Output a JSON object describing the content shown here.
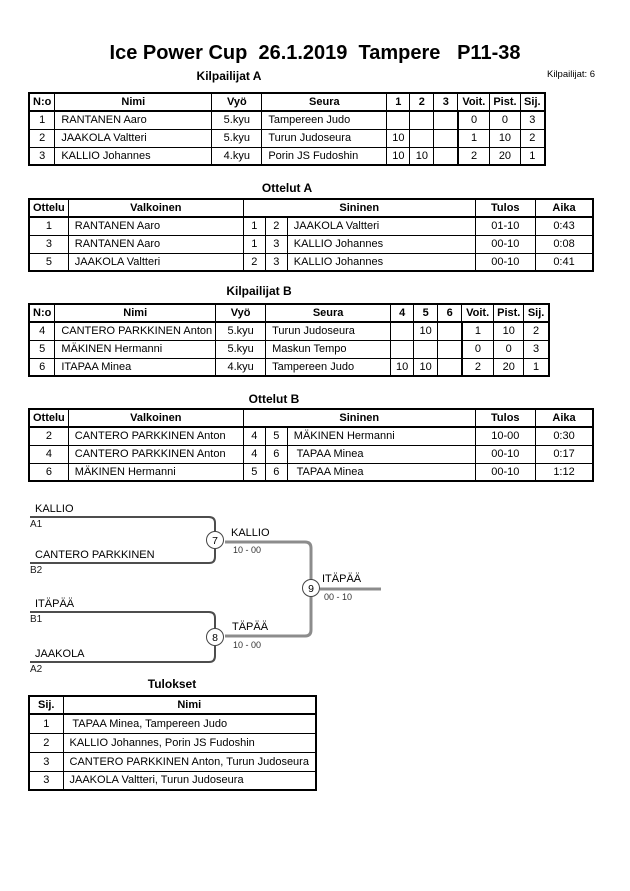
{
  "title": "Ice Power Cup  26.1.2019  Tampere   P11-38",
  "competitors_count_label": "Kilpailijat: 6",
  "sections": {
    "kilpailijat_a": {
      "heading": "Kilpailijat A",
      "columns": [
        "N:o",
        "Nimi",
        "Vyö",
        "Seura",
        "1",
        "2",
        "3",
        "Voit.",
        "Pist.",
        "Sij."
      ],
      "rows": [
        [
          "1",
          "RANTANEN Aaro",
          "5.kyu",
          "Tampereen Judo",
          "",
          "",
          "",
          "0",
          "0",
          "3"
        ],
        [
          "2",
          "JAAKOLA Valtteri",
          "5.kyu",
          "Turun Judoseura",
          "10",
          "",
          "",
          "1",
          "10",
          "2"
        ],
        [
          "3",
          "KALLIO Johannes",
          "4.kyu",
          "Porin JS Fudoshin",
          "10",
          "10",
          "",
          "2",
          "20",
          "1"
        ]
      ]
    },
    "ottelut_a": {
      "heading": "Ottelut A",
      "columns": [
        "Ottelu",
        "Valkoinen",
        "Sininen",
        "Tulos",
        "Aika"
      ],
      "rows": [
        [
          "1",
          "RANTANEN Aaro",
          "1",
          "2",
          "JAAKOLA Valtteri",
          "01-10",
          "0:43"
        ],
        [
          "3",
          "RANTANEN Aaro",
          "1",
          "3",
          "KALLIO Johannes",
          "00-10",
          "0:08"
        ],
        [
          "5",
          "JAAKOLA Valtteri",
          "2",
          "3",
          "KALLIO Johannes",
          "00-10",
          "0:41"
        ]
      ]
    },
    "kilpailijat_b": {
      "heading": "Kilpailijat B",
      "columns": [
        "N:o",
        "Nimi",
        "Vyö",
        "Seura",
        "4",
        "5",
        "6",
        "Voit.",
        "Pist.",
        "Sij."
      ],
      "rows": [
        [
          "4",
          "CANTERO PARKKINEN Anton",
          "5.kyu",
          "Turun Judoseura",
          "",
          "10",
          "",
          "1",
          "10",
          "2"
        ],
        [
          "5",
          "MÄKINEN Hermanni",
          "5.kyu",
          "Maskun Tempo",
          "",
          "",
          "",
          "0",
          "0",
          "3"
        ],
        [
          "6",
          "ITAPAA Minea",
          "4.kyu",
          "Tampereen Judo",
          "10",
          "10",
          "",
          "2",
          "20",
          "1"
        ]
      ]
    },
    "ottelut_b": {
      "heading": "Ottelut B",
      "columns": [
        "Ottelu",
        "Valkoinen",
        "Sininen",
        "Tulos",
        "Aika"
      ],
      "rows": [
        [
          "2",
          "CANTERO PARKKINEN Anton",
          "4",
          "5",
          "MÄKINEN Hermanni",
          "10-00",
          "0:30"
        ],
        [
          "4",
          "CANTERO PARKKINEN Anton",
          "4",
          "6",
          " TAPAA Minea",
          "00-10",
          "0:17"
        ],
        [
          "6",
          "MÄKINEN Hermanni",
          "5",
          "6",
          " TAPAA Minea",
          "00-10",
          "1:12"
        ]
      ]
    },
    "bracket": {
      "slots": [
        {
          "name": "KALLIO",
          "seed": "A1"
        },
        {
          "name": "CANTERO PARKKINEN",
          "seed": "B2"
        },
        {
          "name": "ITÄPÄÄ",
          "seed": "B1"
        },
        {
          "name": "JAAKOLA",
          "seed": "A2"
        }
      ],
      "matches": [
        {
          "number": "7",
          "winner": "KALLIO",
          "score": "10 - 00"
        },
        {
          "number": "8",
          "winner": "TÄPÄÄ",
          "score": "10 - 00"
        },
        {
          "number": "9",
          "winner": "ITÄPÄÄ",
          "score": "00 - 10"
        }
      ]
    },
    "tulokset": {
      "heading": "Tulokset",
      "columns": [
        "Sij.",
        "Nimi"
      ],
      "rows": [
        [
          "1",
          " TAPAA Minea, Tampereen Judo"
        ],
        [
          "2",
          "KALLIO Johannes, Porin JS Fudoshin"
        ],
        [
          "3",
          "CANTERO PARKKINEN Anton, Turun Judoseura"
        ],
        [
          "3",
          "JAAKOLA Valtteri, Turun Judoseura"
        ]
      ]
    }
  }
}
